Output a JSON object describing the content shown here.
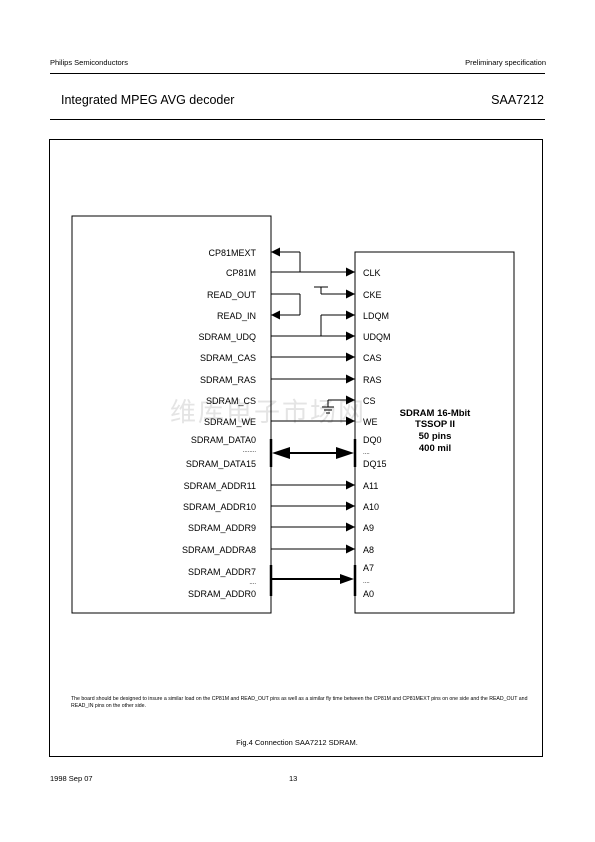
{
  "header": {
    "company": "Philips Semiconductors",
    "doc_status": "Preliminary specification",
    "title": "Integrated MPEG AVG decoder",
    "part_number": "SAA7212"
  },
  "figure": {
    "left_pins": [
      "CP81MEXT",
      "CP81M",
      "READ_OUT",
      "READ_IN",
      "SDRAM_UDQ",
      "SDRAM_CAS",
      "SDRAM_RAS",
      "SDRAM_CS",
      "SDRAM_WE",
      "SDRAM_DATA0",
      "SDRAM_DATA15",
      "SDRAM_ADDR11",
      "SDRAM_ADDR10",
      "SDRAM_ADDR9",
      "SDRAM_ADDRA8",
      "SDRAM_ADDR7",
      "SDRAM_ADDR0"
    ],
    "right_pins": [
      "CLK",
      "CKE",
      "LDQM",
      "UDQM",
      "CAS",
      "RAS",
      "CS",
      "WE",
      "DQ0",
      "DQ15",
      "A11",
      "A10",
      "A9",
      "A8",
      "A7",
      "A0"
    ],
    "dots": "........",
    "dots_short": "....",
    "chip_label": [
      "SDRAM 16-Mbit",
      "TSSOP II",
      "50 pins",
      "400 mil"
    ],
    "watermark": "维库电子市场网",
    "note": "The board should be designed to insure a similar load on the CP81M and READ_OUT pins as well as a similar fly time between the CP81M and CP81MEXT pins on one side and the READ_OUT and READ_IN pins on the other side.",
    "caption": "Fig.4  Connection SAA7212 SDRAM."
  },
  "footer": {
    "date": "1998 Sep 07",
    "page": "13"
  }
}
